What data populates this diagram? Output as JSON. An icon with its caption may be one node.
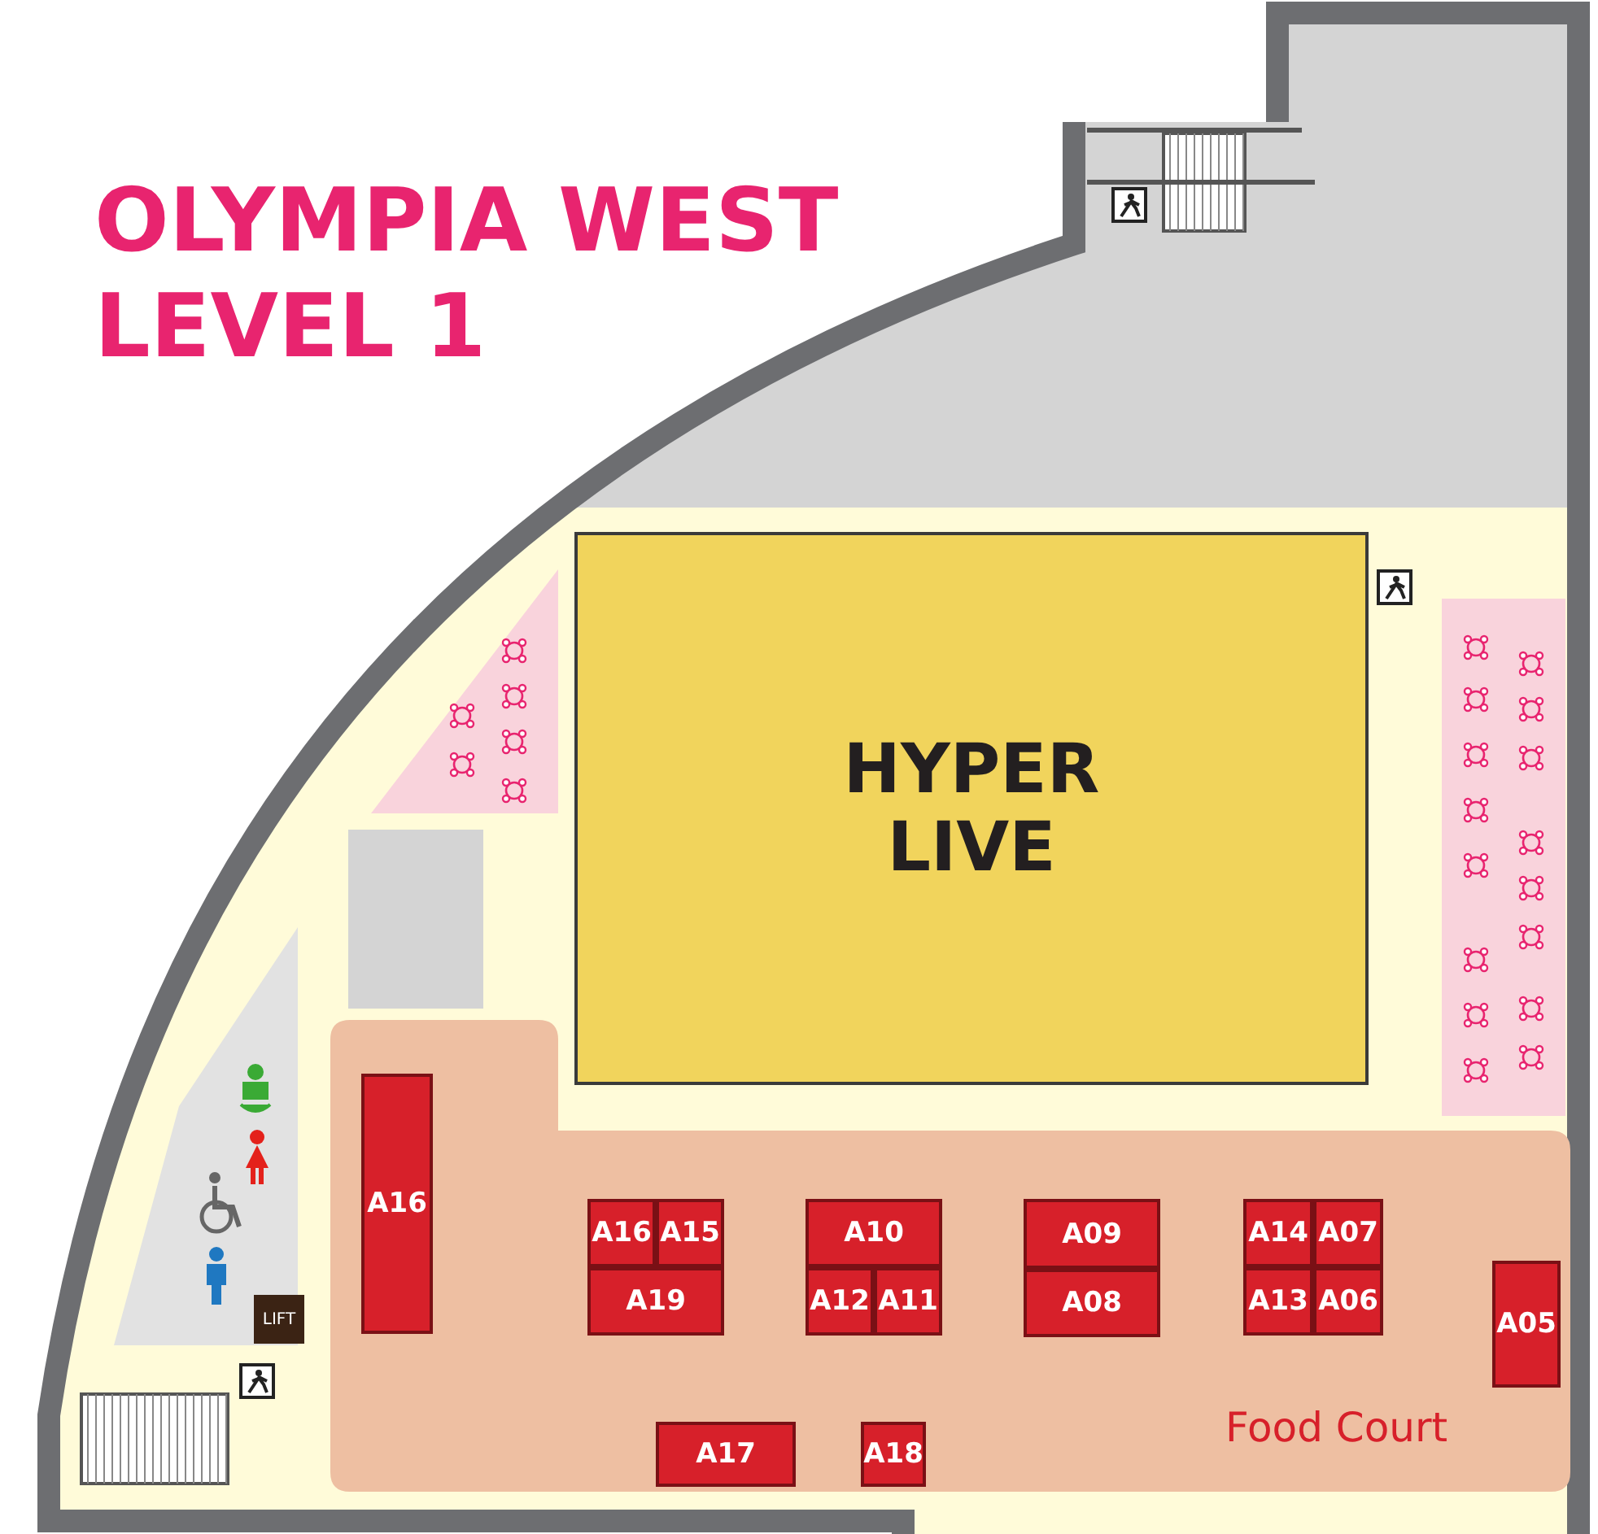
{
  "diagram": {
    "title": "OLYMPIA WEST LEVEL 1",
    "nodes": [
      {
        "text": [
          "HYPER LIVE"
        ]
      },
      {
        "text": [
          "Food Court"
        ]
      },
      {
        "text": [
          "A16"
        ],
        "in": 1
      },
      {
        "text": [
          "A16"
        ],
        "in": 1
      },
      {
        "text": [
          "A15"
        ],
        "in": 1
      },
      {
        "text": [
          "A10"
        ],
        "in": 1
      },
      {
        "text": [
          "A09"
        ],
        "in": 1
      },
      {
        "text": [
          "A14"
        ],
        "in": 1
      },
      {
        "text": [
          "A07"
        ],
        "in": 1
      },
      {
        "text": [
          "A19"
        ],
        "in": 1
      },
      {
        "text": [
          "A12"
        ],
        "in": 1
      },
      {
        "text": [
          "A11"
        ],
        "in": 1
      },
      {
        "text": [
          "A08"
        ],
        "in": 1
      },
      {
        "text": [
          "A13"
        ],
        "in": 1
      },
      {
        "text": [
          "A06"
        ],
        "in": 1
      },
      {
        "text": [
          "A05"
        ],
        "in": 1
      },
      {
        "text": [
          "A17"
        ],
        "in": 1
      },
      {
        "text": [
          "A18"
        ],
        "in": 1
      },
      {
        "text": [
          "LIFT"
        ]
      }
    ]
  }
}
